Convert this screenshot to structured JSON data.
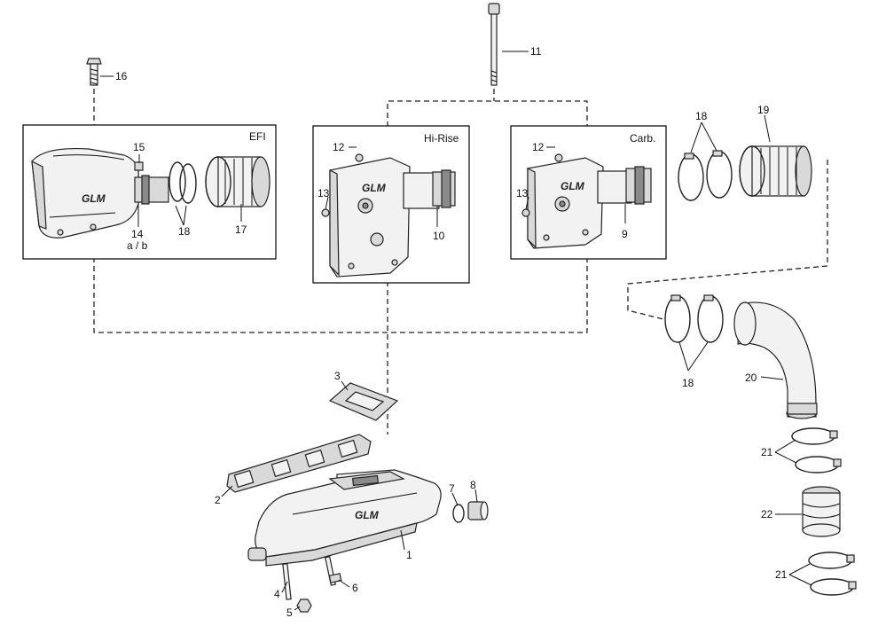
{
  "boxes": {
    "efi": "EFI",
    "hirise": "Hi-Rise",
    "carb": "Carb."
  },
  "logo_text": "GLM",
  "parts": {
    "p1": "1",
    "p2": "2",
    "p3": "3",
    "p4": "4",
    "p5": "5",
    "p6": "6",
    "p7": "7",
    "p8": "8",
    "p9": "9",
    "p10": "10",
    "p11": "11",
    "p12a": "12",
    "p12b": "12",
    "p13a": "13",
    "p13b": "13",
    "p14": "14",
    "p14sub": "a / b",
    "p15": "15",
    "p16": "16",
    "p17": "17",
    "p18a": "18",
    "p18b": "18",
    "p18c": "18",
    "p19": "19",
    "p20": "20",
    "p21a": "21",
    "p21b": "21",
    "p22": "22"
  }
}
